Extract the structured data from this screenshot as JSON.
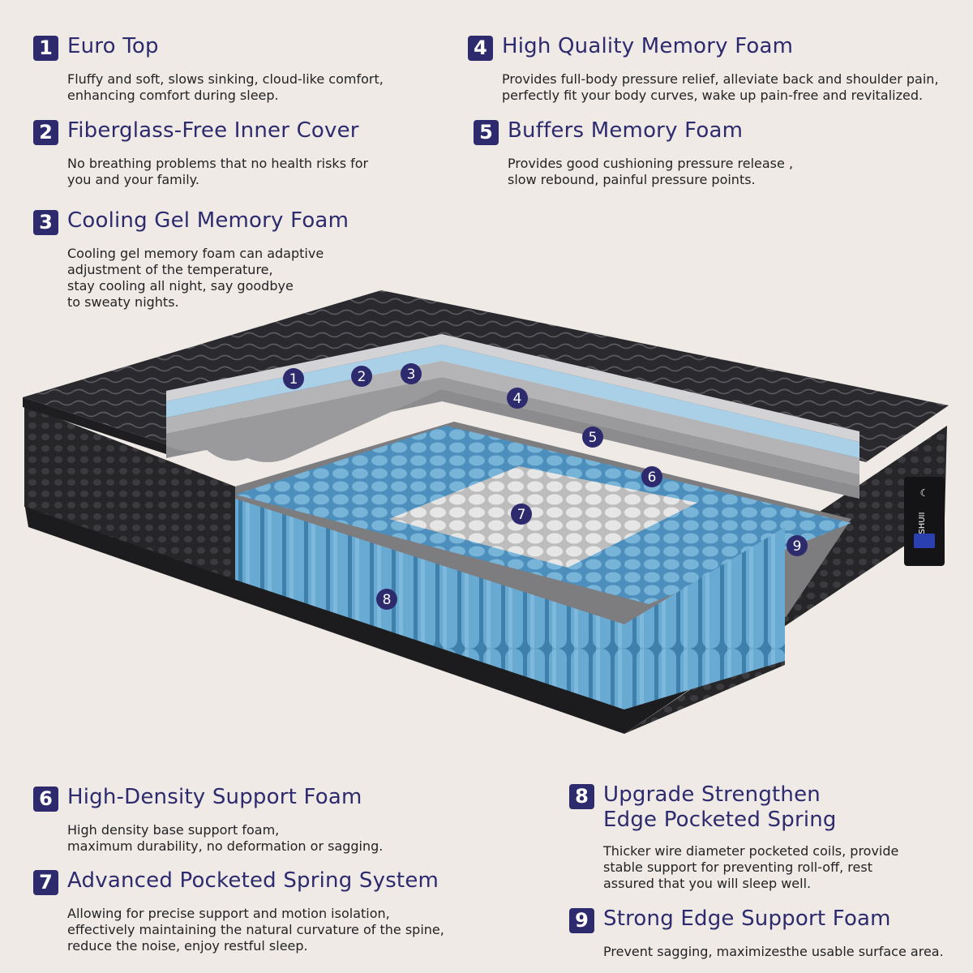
{
  "features": [
    {
      "number": "1",
      "title_lines": [
        "Euro Top"
      ],
      "desc_lines": [
        "Fluffy and soft, slows sinking, cloud-like comfort,",
        "enhancing comfort during sleep."
      ]
    },
    {
      "number": "2",
      "title_lines": [
        "Fiberglass-Free Inner Cover"
      ],
      "desc_lines": [
        "No breathing problems that no health risks for",
        "you and your family."
      ]
    },
    {
      "number": "3",
      "title_lines": [
        "Cooling Gel Memory Foam"
      ],
      "desc_lines": [
        "Cooling gel memory foam can adaptive",
        "adjustment of the temperature,",
        "stay cooling all night, say goodbye",
        "to sweaty nights."
      ]
    },
    {
      "number": "4",
      "title_lines": [
        "High Quality Memory Foam"
      ],
      "desc_lines": [
        "Provides full-body pressure relief, alleviate back and shoulder pain,",
        "perfectly fit your body curves, wake up pain-free and revitalized."
      ]
    },
    {
      "number": "5",
      "title_lines": [
        "Buffers Memory Foam"
      ],
      "desc_lines": [
        "Provides good cushioning pressure release ,",
        "slow rebound, painful pressure points."
      ]
    },
    {
      "number": "6",
      "title_lines": [
        "High-Density Support Foam"
      ],
      "desc_lines": [
        "High density base support foam,",
        "maximum durability, no deformation or sagging."
      ]
    },
    {
      "number": "7",
      "title_lines": [
        "Advanced Pocketed Spring System"
      ],
      "desc_lines": [
        "Allowing for precise support and motion isolation,",
        "effectively maintaining the natural curvature of the spine,",
        "reduce the noise, enjoy restful sleep."
      ]
    },
    {
      "number": "8",
      "title_lines": [
        "Upgrade Strengthen",
        "Edge Pocketed Spring"
      ],
      "desc_lines": [
        "Thicker wire diameter pocketed coils, provide",
        "stable support for preventing roll-off, rest",
        "assured that you will sleep well."
      ]
    },
    {
      "number": "9",
      "title_lines": [
        "Strong Edge Support Foam"
      ],
      "desc_lines": [
        "Prevent sagging, maximizesthe usable surface area."
      ]
    }
  ],
  "markers": [
    "1",
    "2",
    "3",
    "4",
    "5",
    "6",
    "7",
    "8",
    "9"
  ],
  "brand": {
    "name": "ENSHUII"
  },
  "colors": {
    "accent": "#2d2a6e",
    "background": "#efeae5",
    "cover": "#26262a",
    "gel_foam": "#a9d0e6",
    "memory_foam": "#a7a7a9",
    "spring_blue": "#5ea0cb",
    "spring_white": "#dcdcdc"
  }
}
